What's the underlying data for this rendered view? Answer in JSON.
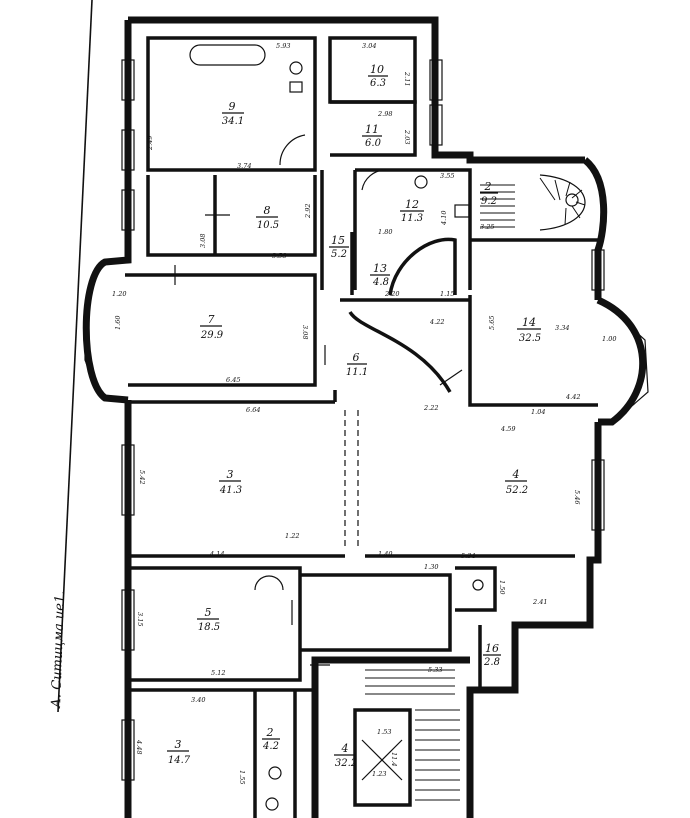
{
  "street_label": "А. Ситицма  ие1.",
  "rooms": [
    {
      "id": "9",
      "area": "34.1"
    },
    {
      "id": "10",
      "area": "6.3"
    },
    {
      "id": "11",
      "area": "6.0"
    },
    {
      "id": "12",
      "area": "11.3"
    },
    {
      "id": "2",
      "area": "9.2"
    },
    {
      "id": "8",
      "area": "10.5"
    },
    {
      "id": "15",
      "area": "5.2"
    },
    {
      "id": "13",
      "area": "4.8"
    },
    {
      "id": "7",
      "area": "29.9"
    },
    {
      "id": "14",
      "area": "32.5"
    },
    {
      "id": "6",
      "area": "11.1"
    },
    {
      "id": "3",
      "area": "41.3"
    },
    {
      "id": "4",
      "area": "52.2"
    },
    {
      "id": "5",
      "area": "18.5"
    },
    {
      "id": "16",
      "area": "2.8"
    },
    {
      "id": "3",
      "area": "14.7"
    },
    {
      "id": "2",
      "area": "4.2"
    },
    {
      "id": "4",
      "area": "32.2"
    }
  ],
  "dimensions": [
    "5.93",
    "3.04",
    "2.11",
    "2.98",
    "2.03",
    "2.49",
    "3.74",
    "3.55",
    "3.25",
    "4.10",
    "2.92",
    "3.08",
    "3.58",
    "1.80",
    "2.20",
    "4.22",
    "1.15",
    "1.20",
    "1.60",
    "3.08",
    "6.45",
    "5.65",
    "3.34",
    "1.00",
    "4.42",
    "6.64",
    "2.22",
    "1.04",
    "4.59",
    "5.42",
    "5.46",
    "4.14",
    "1.22",
    "1.40",
    "5.34",
    "1.30",
    "2.41",
    "1.50",
    "3.15",
    "5.12",
    "5.33",
    "3.40",
    "4.48",
    "1.55",
    "1.53",
    "11.4",
    "1.23"
  ]
}
